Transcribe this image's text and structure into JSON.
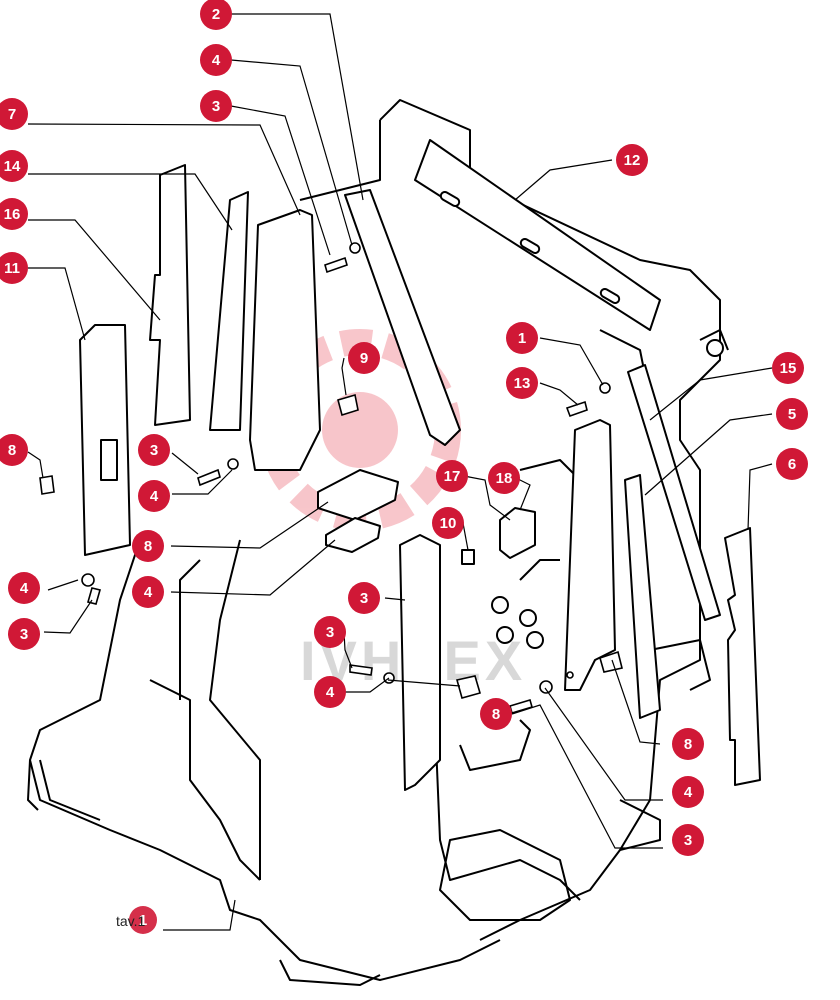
{
  "diagram": {
    "callouts": [
      {
        "n": "2"
      },
      {
        "n": "4"
      },
      {
        "n": "7"
      },
      {
        "n": "3"
      },
      {
        "n": "14"
      },
      {
        "n": "16"
      },
      {
        "n": "11"
      },
      {
        "n": "12"
      },
      {
        "n": "8"
      },
      {
        "n": "3"
      },
      {
        "n": "4"
      },
      {
        "n": "4"
      },
      {
        "n": "3"
      },
      {
        "n": "1"
      },
      {
        "n": "13"
      },
      {
        "n": "15"
      },
      {
        "n": "5"
      },
      {
        "n": "6"
      },
      {
        "n": "9"
      },
      {
        "n": "17"
      },
      {
        "n": "18"
      },
      {
        "n": "10"
      },
      {
        "n": "8"
      },
      {
        "n": "4"
      },
      {
        "n": "3"
      },
      {
        "n": "3"
      },
      {
        "n": "4"
      },
      {
        "n": "8"
      },
      {
        "n": "8"
      },
      {
        "n": "4"
      },
      {
        "n": "3"
      }
    ],
    "tav_label": "tav.1",
    "tav_badge": "1",
    "watermark": "IVHTEX",
    "colors": {
      "callout": "#d01836",
      "line": "#000000",
      "logo": "#f3a0a8"
    }
  }
}
